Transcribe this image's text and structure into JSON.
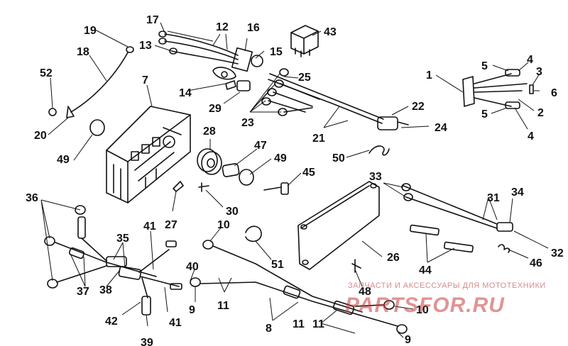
{
  "labels": [
    "1",
    "2",
    "3",
    "4",
    "4",
    "5",
    "5",
    "6",
    "7",
    "8",
    "9",
    "9",
    "10",
    "10",
    "11",
    "11",
    "11",
    "12",
    "13",
    "14",
    "15",
    "16",
    "17",
    "18",
    "19",
    "20",
    "21",
    "22",
    "23",
    "24",
    "25",
    "26",
    "27",
    "28",
    "29",
    "30",
    "31",
    "32",
    "33",
    "34",
    "35",
    "36",
    "37",
    "38",
    "39",
    "40",
    "41",
    "41",
    "42",
    "43",
    "44",
    "45",
    "46",
    "47",
    "48",
    "49",
    "49",
    "50",
    "51",
    "52"
  ],
  "watermark": {
    "caption": "ЗАПЧАСТИ И АКСЕССУАРЫ ДЛЯ МОТОТЕХНИКИ",
    "logo": "PARTSFOR.RU"
  }
}
